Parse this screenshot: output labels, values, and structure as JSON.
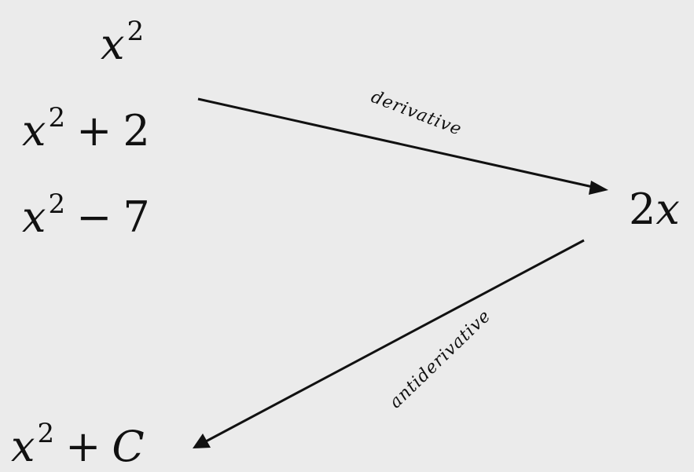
{
  "diagram": {
    "nodes": {
      "f1": {
        "base": "x",
        "exp": "2",
        "op": "",
        "const": ""
      },
      "f2": {
        "base": "x",
        "exp": "2",
        "op": "+",
        "const": "2"
      },
      "f3": {
        "base": "x",
        "exp": "2",
        "op": "−",
        "const": "7"
      },
      "deriv": {
        "coef": "2",
        "var": "x"
      },
      "general": {
        "base": "x",
        "exp": "2",
        "op": "+",
        "const": "C"
      }
    },
    "edges": [
      {
        "label": "derivative"
      },
      {
        "label": "antiderivative"
      }
    ],
    "colors": {
      "background": "#ebebeb",
      "ink": "#111111"
    }
  }
}
